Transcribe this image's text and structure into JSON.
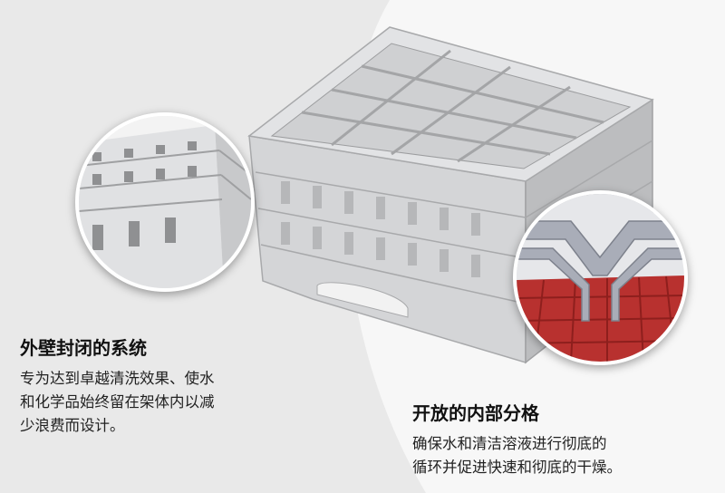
{
  "features": [
    {
      "heading": "外壁封闭的系统",
      "lines": [
        "专为达到卓越清洗效果、使水",
        "和化学品始终留在架体内以减",
        "少浪费而设计。"
      ]
    },
    {
      "heading": "开放的内部分格",
      "lines": [
        "确保水和清洁溶液进行彻底的",
        "循环并促进快速和彻底的干燥。"
      ]
    }
  ],
  "colors": {
    "background": "#e9e9e9",
    "curve": "#f7f7f7",
    "rack_gray": "#c9cacc",
    "base_red": "#b8312f"
  },
  "icons": [
    "closed-wall-zoom-image",
    "open-compartment-zoom-image",
    "glass-rack-image"
  ]
}
